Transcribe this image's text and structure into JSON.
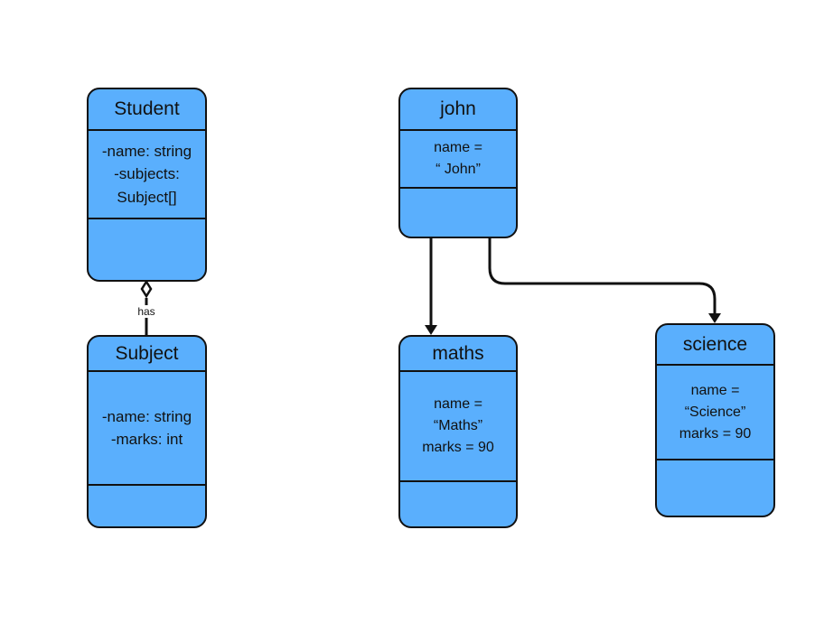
{
  "classes": {
    "student": {
      "title": "Student",
      "attrs": [
        "-name: string",
        "-subjects:",
        "Subject[]"
      ]
    },
    "subject": {
      "title": "Subject",
      "attrs": [
        "-name: string",
        "-marks: int"
      ]
    }
  },
  "objects": {
    "john": {
      "title": "john",
      "attrs": [
        "name =",
        "“ John”"
      ]
    },
    "maths": {
      "title": "maths",
      "attrs": [
        "name =",
        "“Maths”",
        "marks = 90"
      ]
    },
    "science": {
      "title": "science",
      "attrs": [
        "name =",
        "“Science”",
        "marks = 90"
      ]
    }
  },
  "relations": {
    "has_label": "has"
  },
  "colors": {
    "box_fill": "#5aaffd",
    "stroke": "#111111"
  }
}
